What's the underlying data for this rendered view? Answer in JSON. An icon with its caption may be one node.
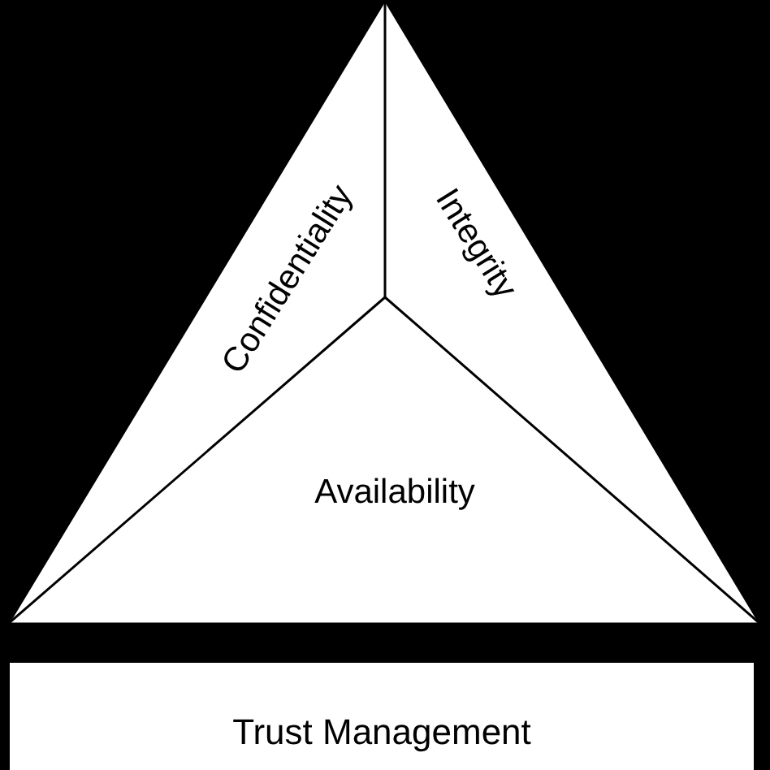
{
  "diagram": {
    "nodes": [
      {
        "text": [
          "Confidentiality"
        ]
      },
      {
        "text": [
          "Integrity"
        ]
      },
      {
        "text": [
          "Availability"
        ]
      },
      {
        "text": [
          "Trust Management"
        ]
      }
    ]
  }
}
